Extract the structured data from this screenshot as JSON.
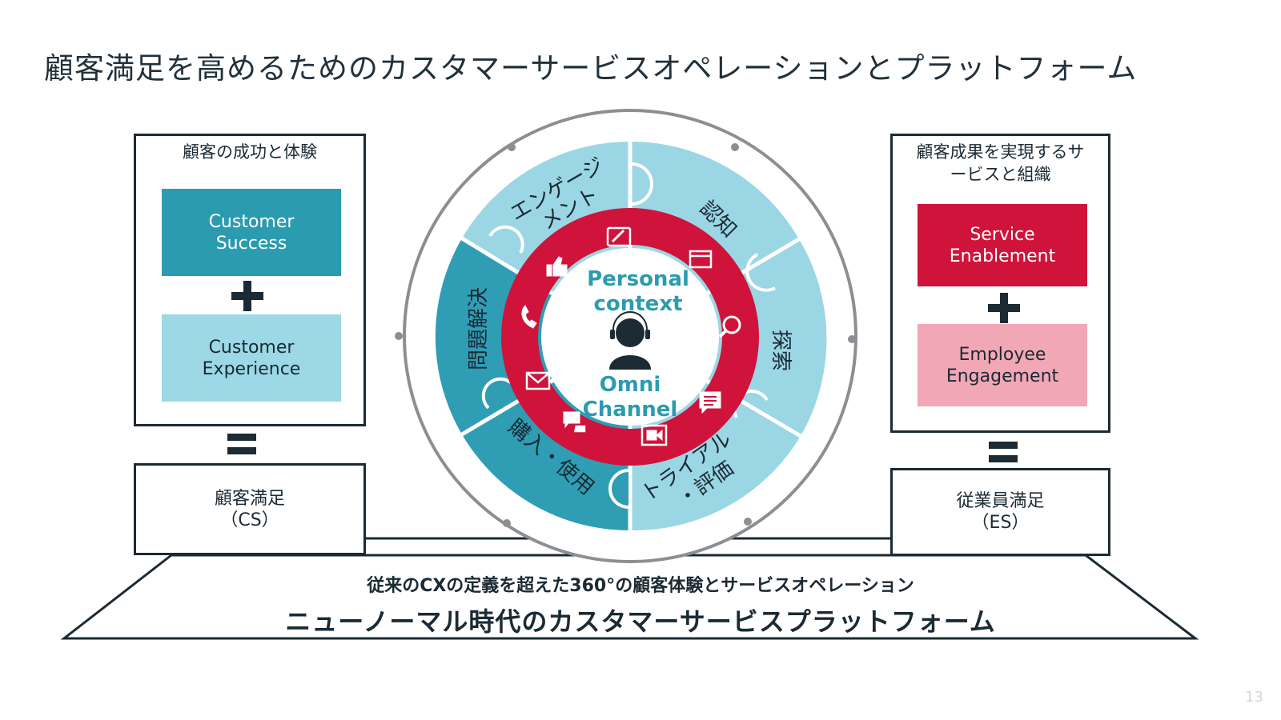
{
  "title": "顧客満足を高めるためのカスタマーサービスオペレーションとプラットフォーム",
  "page_number": "13",
  "left_panel": {
    "title": "顧客の成功と体験",
    "block_top": "Customer\nSuccess",
    "block_bottom": "Customer\nExperience",
    "result": "顧客満足\n（CS）"
  },
  "right_panel": {
    "title": "顧客成果を実現するサ\nービスと組織",
    "block_top": "Service\nEnablement",
    "block_bottom": "Employee\nEngagement",
    "result": "従業員満足\n（ES）"
  },
  "wheel": {
    "segments": [
      "エンゲージ",
      "メント",
      "認知",
      "探索",
      "トライアル",
      "・評価",
      "購入・使用",
      "問題解決"
    ],
    "center_top_1": "Personal",
    "center_top_2": "context",
    "center_bottom_1": "Omni",
    "center_bottom_2": "Channel"
  },
  "platform": {
    "subtitle": "従来のCXの定義を超えた360°の顧客体験とサービスオペレーション",
    "title": "ニューノーマル時代のカスタマーサービスプラットフォーム"
  },
  "colors": {
    "teal_dark": "#2b9bb0",
    "teal_light": "#9cd8e6",
    "red": "#d0133a",
    "pink": "#f2a7b6",
    "wheel_teal_dark": "#2f9db4",
    "wheel_teal_light": "#9bd6e5"
  }
}
